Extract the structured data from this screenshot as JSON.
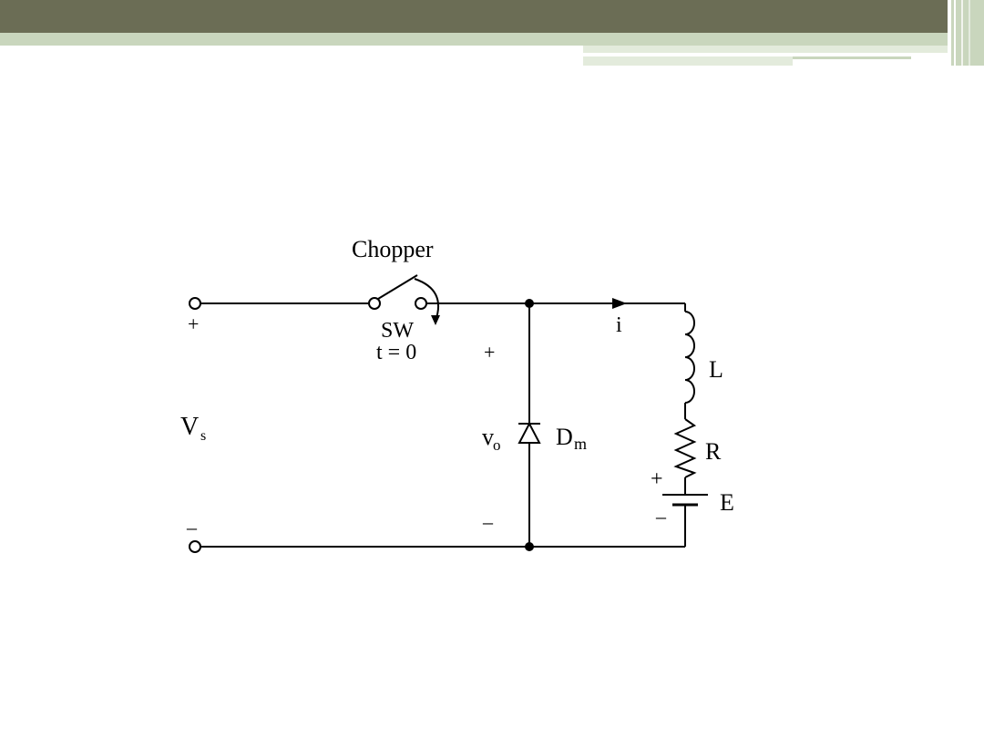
{
  "theme": {
    "header_dark": "#6b6d55",
    "header_light": "#c9d6bd",
    "header_pale": "#e3ebdc",
    "ink": "#000000"
  },
  "diagram": {
    "switch_title": "Chopper",
    "switch_name": "SW",
    "switch_time": "t = 0",
    "source_label": "V",
    "source_sub": "s",
    "source_plus": "+",
    "source_minus": "–",
    "output_label": "v",
    "output_sub": "o",
    "output_plus": "+",
    "output_minus": "–",
    "diode_label": "D",
    "diode_sub": "m",
    "current_label": "i",
    "inductor_label": "L",
    "resistor_label": "R",
    "battery_label": "E",
    "battery_plus": "+",
    "battery_minus": "–"
  }
}
